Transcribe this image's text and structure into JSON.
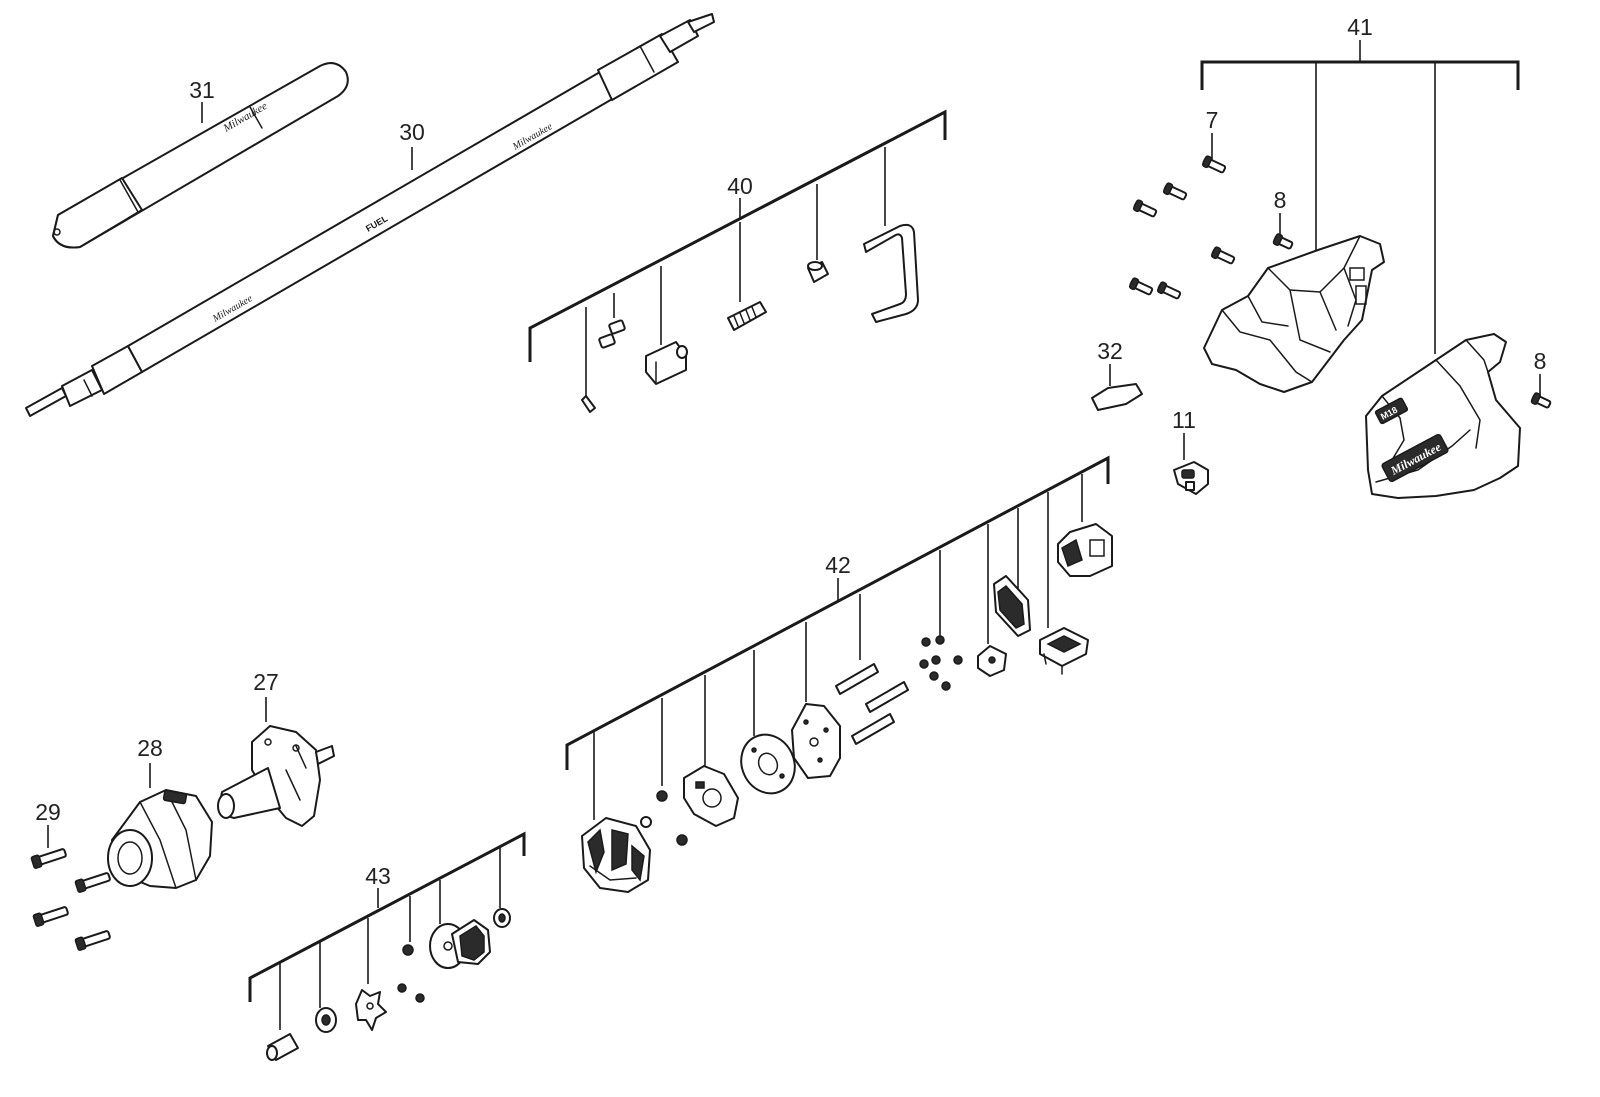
{
  "callouts": {
    "c31": "31",
    "c30": "30",
    "c40": "40",
    "c41": "41",
    "c7": "7",
    "c8a": "8",
    "c8b": "8",
    "c32": "32",
    "c11": "11",
    "c42": "42",
    "c27": "27",
    "c28": "28",
    "c29": "29",
    "c43": "43"
  },
  "brand_marks": {
    "shaft_brand": "Milwaukee",
    "housing_brand": "Milwaukee",
    "shaft_logo": "FUEL",
    "housing_badge": "M18"
  }
}
